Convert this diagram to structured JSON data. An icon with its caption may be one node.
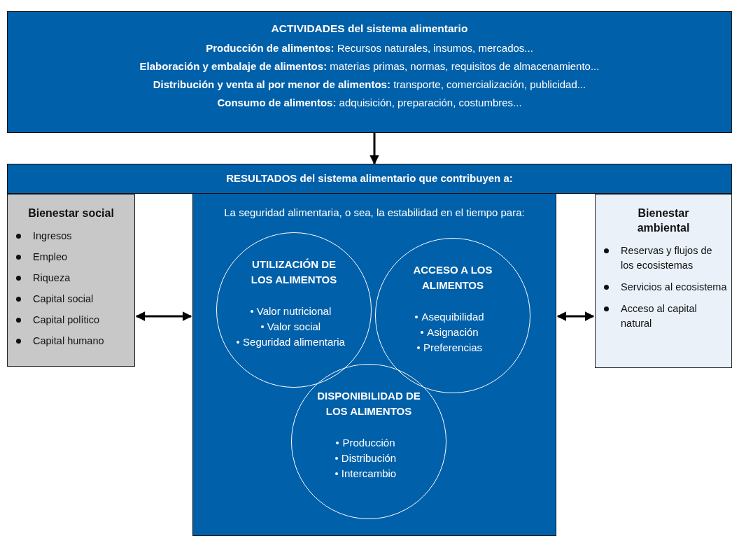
{
  "diagram": {
    "nodes": [
      {
        "text": [
          "ACTIVIDADES del sistema alimentario",
          "**Producción de alimentos:** Recursos naturales, insumos, mercados...",
          "**Elaboración y embalaje de alimentos:** materias primas, normas, requisitos de almacenamiento...",
          "**Distribución y venta al por menor de alimentos:** transporte, comercialización, publicidad...",
          "**Consumo de alimentos:** adquisición, preparación, costumbres..."
        ]
      },
      {
        "text": [
          "RESULTADOS del sistema alimentario que contribuyen a:"
        ]
      },
      {
        "text": [
          "Bienestar social",
          "Ingresos",
          "Empleo",
          "Riqueza",
          "Capital social",
          "Capital político",
          "Capital humano"
        ]
      },
      {
        "text": [
          "La seguridad alimentaria, o sea, la estabilidad en el tiempo para:"
        ]
      },
      {
        "text": [
          "UTILIZACIÓN DE LOS ALIMENTOS",
          "Valor nutricional",
          "Valor social",
          "Seguridad alimentaria"
        ],
        "in": 3
      },
      {
        "text": [
          "ACCESO A LOS ALIMENTOS",
          "Asequibilidad",
          "Asignación",
          "Preferencias"
        ],
        "in": 3
      },
      {
        "text": [
          "DISPONIBILIDAD DE LOS ALIMENTOS",
          "Producción",
          "Distribución",
          "Intercambio"
        ],
        "in": 3
      },
      {
        "text": [
          "Bienestar ambiental",
          "Reservas y flujos de los ecosistemas",
          "Servicios al ecosistema",
          "Acceso al capital natural"
        ]
      }
    ],
    "edges": [
      {
        "from": 0,
        "to": 1,
        "arrow": "to"
      },
      {
        "from": 2,
        "to": 3,
        "arrow": "both"
      },
      {
        "from": 3,
        "to": 7,
        "arrow": "both"
      }
    ]
  }
}
